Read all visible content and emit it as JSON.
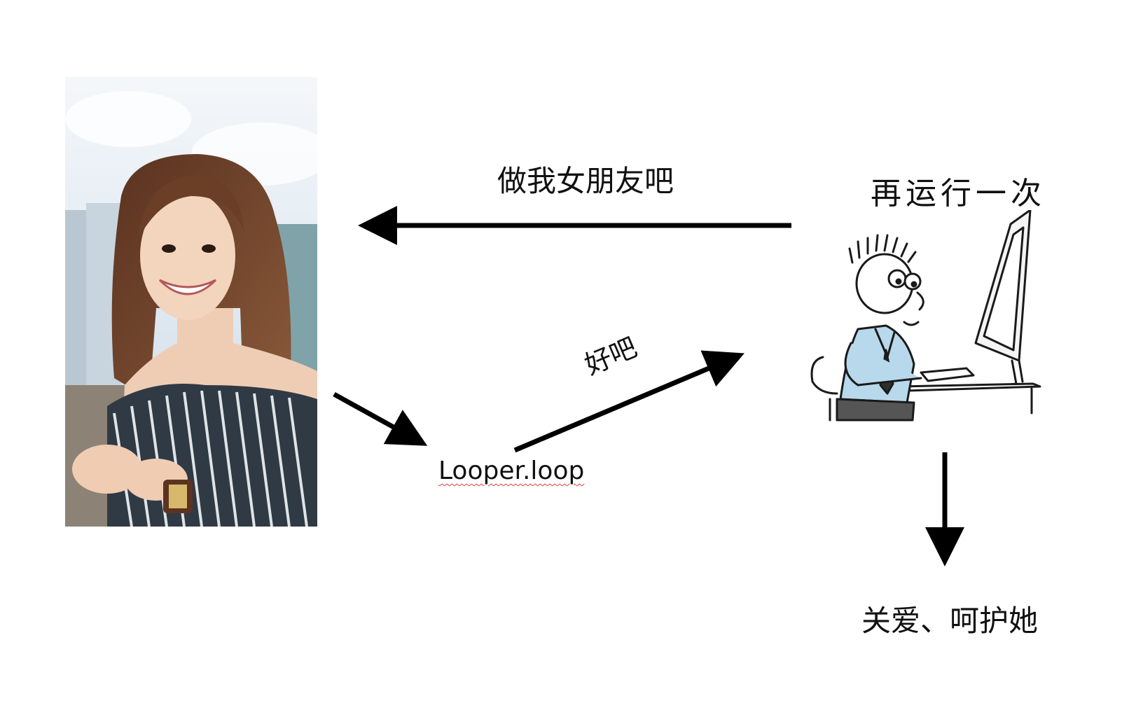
{
  "labels": {
    "request": "做我女朋友吧",
    "rerun": "再运行一次",
    "ok": "好吧",
    "looper": "Looper.loop",
    "care": "关爱、呵护她"
  },
  "colors": {
    "arrow": "#000000",
    "spellcheck_underline": "#e23a3a",
    "sky": "#dfe9f1",
    "shirt_cartoon": "#b8d8ec"
  },
  "icons": {
    "photo": "woman-portrait-photo",
    "cartoon": "programmer-at-computer-cartoon"
  }
}
